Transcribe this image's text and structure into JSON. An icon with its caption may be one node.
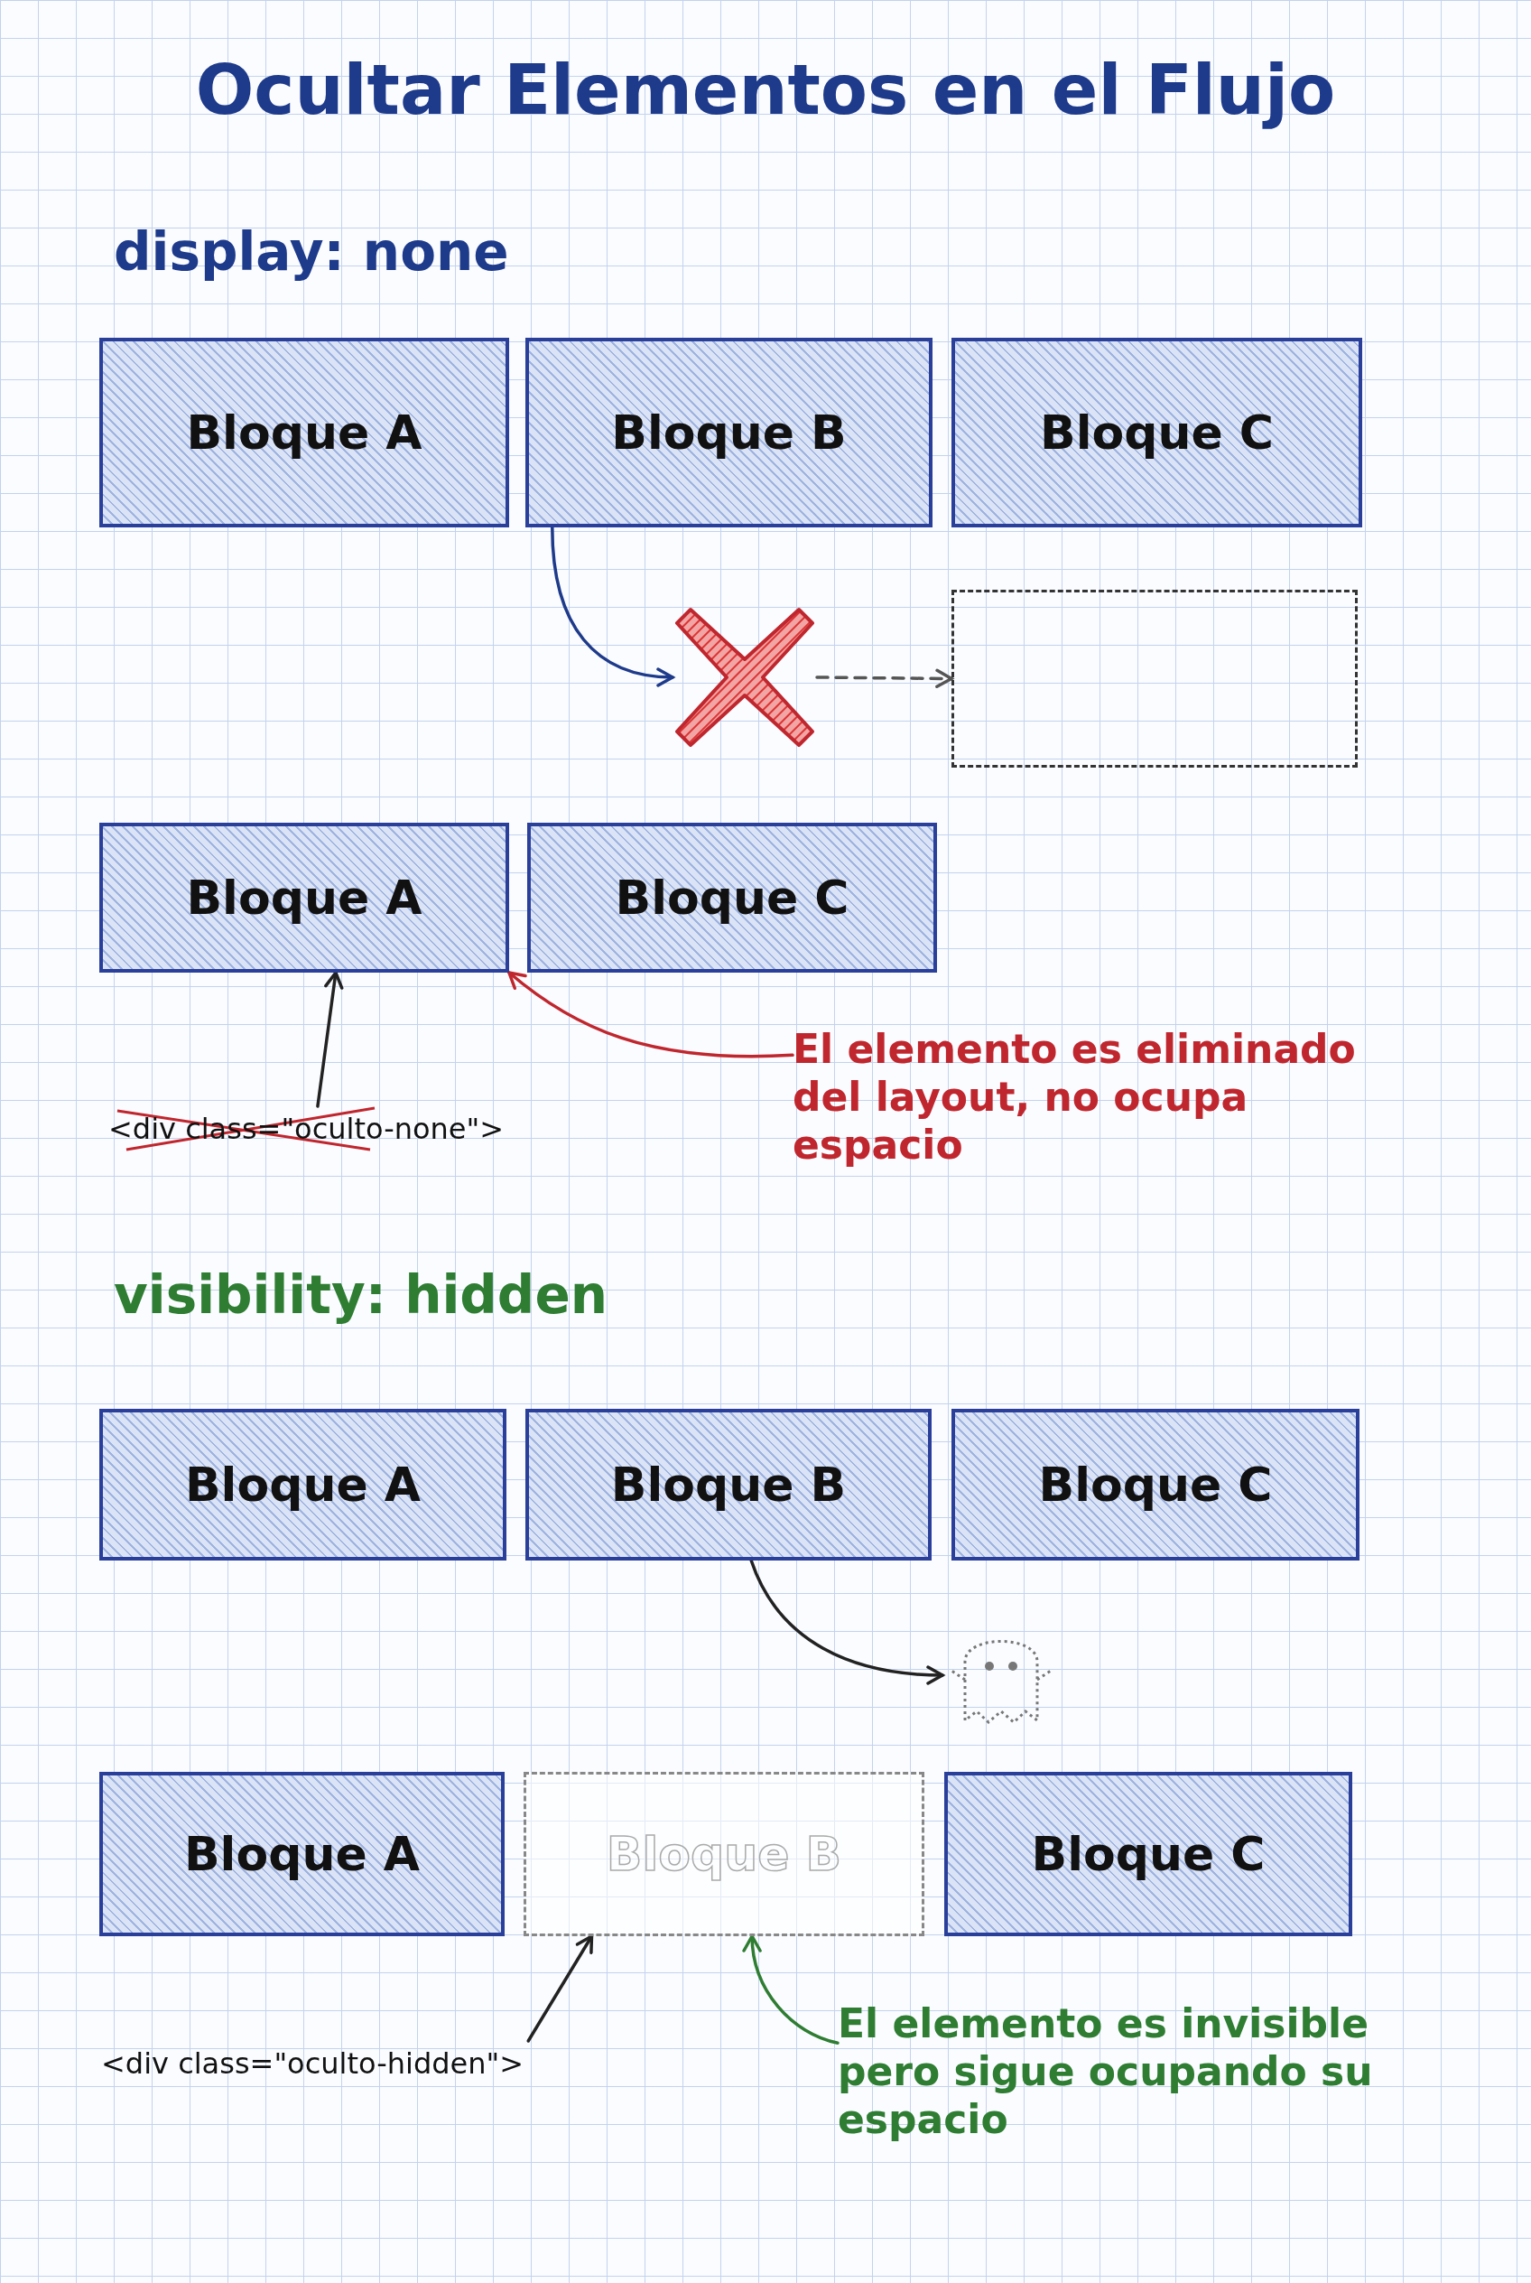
{
  "diagram": {
    "title": "Ocultar Elementos en el Flujo",
    "nodes": [
      {
        "text": [
          "Bloque A"
        ]
      },
      {
        "text": [
          "Bloque B"
        ]
      },
      {
        "text": [
          "Bloque C"
        ]
      },
      {
        "text": [],
        "shape": "cross"
      },
      {
        "text": [],
        "shape": "box"
      },
      {
        "text": [
          "Bloque A"
        ]
      },
      {
        "text": [
          "Bloque C"
        ]
      },
      {
        "text": [
          "<div class=\"oculto-none\">"
        ]
      },
      {
        "text": [
          "El elemento es eliminado del layout, no ocupa espacio"
        ]
      },
      {
        "text": [
          "Bloque A"
        ]
      },
      {
        "text": [
          "Bloque B"
        ]
      },
      {
        "text": [
          "Bloque C"
        ]
      },
      {
        "text": [],
        "shape": "picture"
      },
      {
        "text": [
          "Bloque A"
        ]
      },
      {
        "text": [
          "Bloque B"
        ]
      },
      {
        "text": [
          "Bloque C"
        ]
      },
      {
        "text": [
          "<div class=\"oculto-hidden\">"
        ]
      },
      {
        "text": [
          "El elemento es invisible pero sigue ocupando su espacio"
        ]
      }
    ],
    "edges": [
      {
        "from": 1,
        "to": 3,
        "arrow": "to",
        "color": "#1e3a8a"
      },
      {
        "from": 3,
        "to": 4,
        "arrow": "to",
        "style": "dashed",
        "color": "#555555"
      },
      {
        "from": 7,
        "to": 5,
        "arrow": "to"
      },
      {
        "from": 8,
        "to": 5,
        "arrow": "to",
        "color": "#c0262d"
      },
      {
        "from": 10,
        "to": 12,
        "arrow": "to"
      },
      {
        "from": 16,
        "to": 14,
        "arrow": "to"
      },
      {
        "from": 17,
        "to": 14,
        "arrow": "to",
        "color": "#2e7d32"
      }
    ],
    "labels": [
      "display: none",
      "visibility: hidden"
    ]
  }
}
